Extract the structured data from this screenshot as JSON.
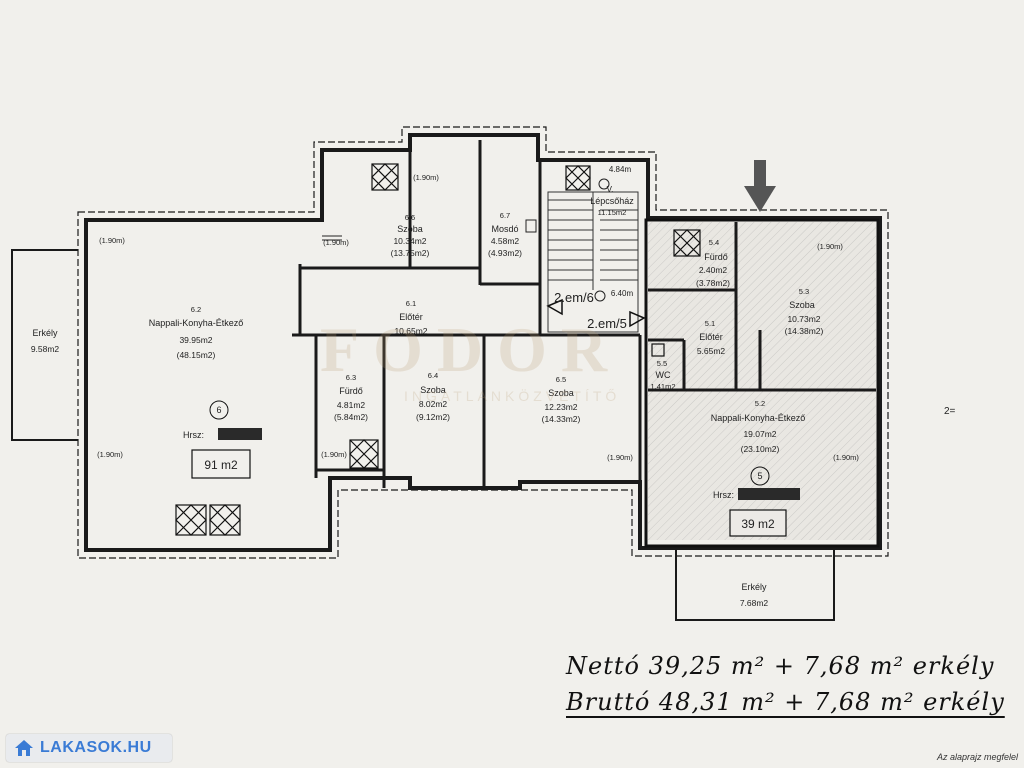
{
  "apartment6": {
    "balcony": {
      "id": "Erkély",
      "area": "9.58m2"
    },
    "living": {
      "id": "6.2",
      "name": "Nappali-Konyha-Étkező",
      "area": "39.95m2",
      "area2": "(48.15m2)"
    },
    "hallway": {
      "id": "6.1",
      "name": "Előtér",
      "area": "10.65m2"
    },
    "bath": {
      "id": "6.3",
      "name": "Fürdő",
      "area": "4.81m2",
      "area2": "(5.84m2)"
    },
    "room4": {
      "id": "6.4",
      "name": "Szoba",
      "area": "8.02m2",
      "area2": "(9.12m2)"
    },
    "room5": {
      "id": "6.5",
      "name": "Szoba",
      "area": "12.23m2",
      "area2": "(14.33m2)"
    },
    "room6": {
      "id": "6.6",
      "name": "Szoba",
      "area": "10.34m2",
      "area2": "(13.75m2)"
    },
    "wash": {
      "id": "6.7",
      "name": "Mosdó",
      "area": "4.58m2",
      "area2": "(4.93m2)"
    },
    "number": "6",
    "hrsz": "Hrsz:",
    "total": "91 m2"
  },
  "apartment5": {
    "bath": {
      "id": "5.4",
      "name": "Fürdő",
      "area": "2.40m2",
      "area2": "(3.78m2)"
    },
    "room": {
      "id": "5.3",
      "name": "Szoba",
      "area": "10.73m2",
      "area2": "(14.38m2)"
    },
    "hallway": {
      "id": "5.1",
      "name": "Előtér",
      "area": "5.65m2"
    },
    "wc": {
      "id": "5.5",
      "name": "WC",
      "area": "1.41m2"
    },
    "living": {
      "id": "5.2",
      "name": "Nappali-Konyha-Étkező",
      "area": "19.07m2",
      "area2": "(23.10m2)"
    },
    "balcony": {
      "id": "Erkély",
      "area": "7.68m2"
    },
    "number": "5",
    "hrsz": "Hrsz:",
    "total": "39 m2"
  },
  "stair": {
    "area_top": "4.84m",
    "id": "V.",
    "name": "Lépcsőház",
    "area": "11.15m2",
    "level": "6.40m",
    "label1": "2.em/6",
    "label2": "2.em/5"
  },
  "heights": {
    "h": "(1.90m)"
  },
  "watermark": {
    "big": "FODOR",
    "sub": "INGATLANKÖZVETÍTŐ"
  },
  "notes": {
    "line1": "Nettó  39,25 m² + 7,68 m² erkély",
    "line2": "Bruttó  48,31 m² + 7,68 m² erkély"
  },
  "margin_mark": "2=",
  "logo": {
    "text": "LAKASOK.HU"
  },
  "footer": "Az alaprajz megfelel"
}
